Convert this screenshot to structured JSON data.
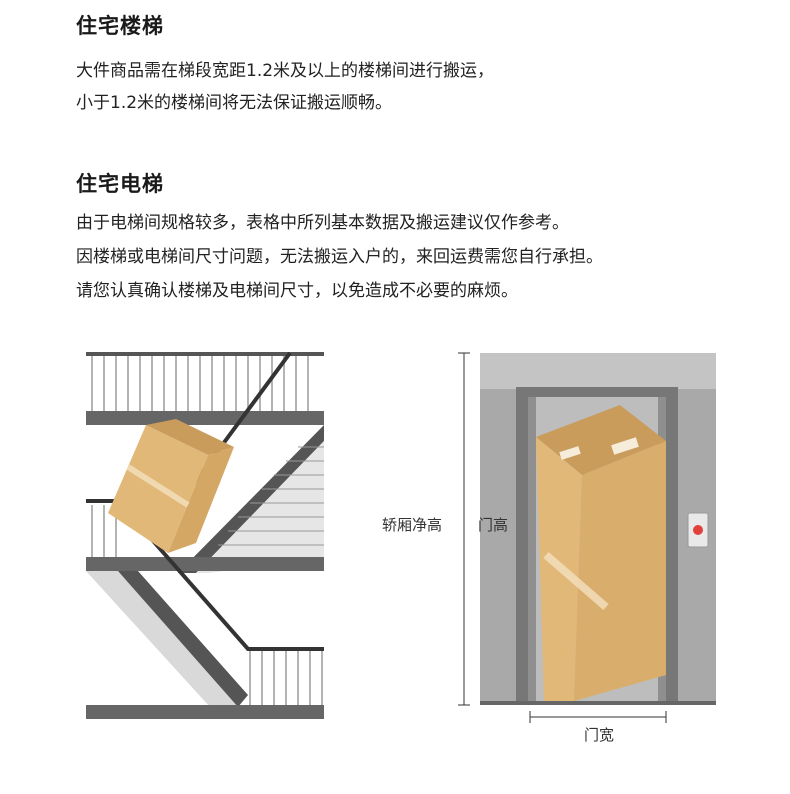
{
  "section_stairs": {
    "title": "住宅楼梯",
    "lines": [
      "大件商品需在梯段宽距1.2米及以上的楼梯间进行搬运，",
      "小于1.2米的楼梯间将无法保证搬运顺畅。"
    ]
  },
  "section_elevator": {
    "title": "住宅电梯",
    "lines": [
      "由于电梯间规格较多，表格中所列基本数据及搬运建议仅作参考。",
      "因楼梯或电梯间尺寸问题，无法搬运入户的，来回运费需您自行承担。",
      "请您认真确认楼梯及电梯间尺寸，以免造成不必要的麻烦。"
    ]
  },
  "elevator_diagram": {
    "cabin_height_label": "轿厢净高",
    "door_height_label": "门高",
    "door_width_label": "门宽"
  }
}
